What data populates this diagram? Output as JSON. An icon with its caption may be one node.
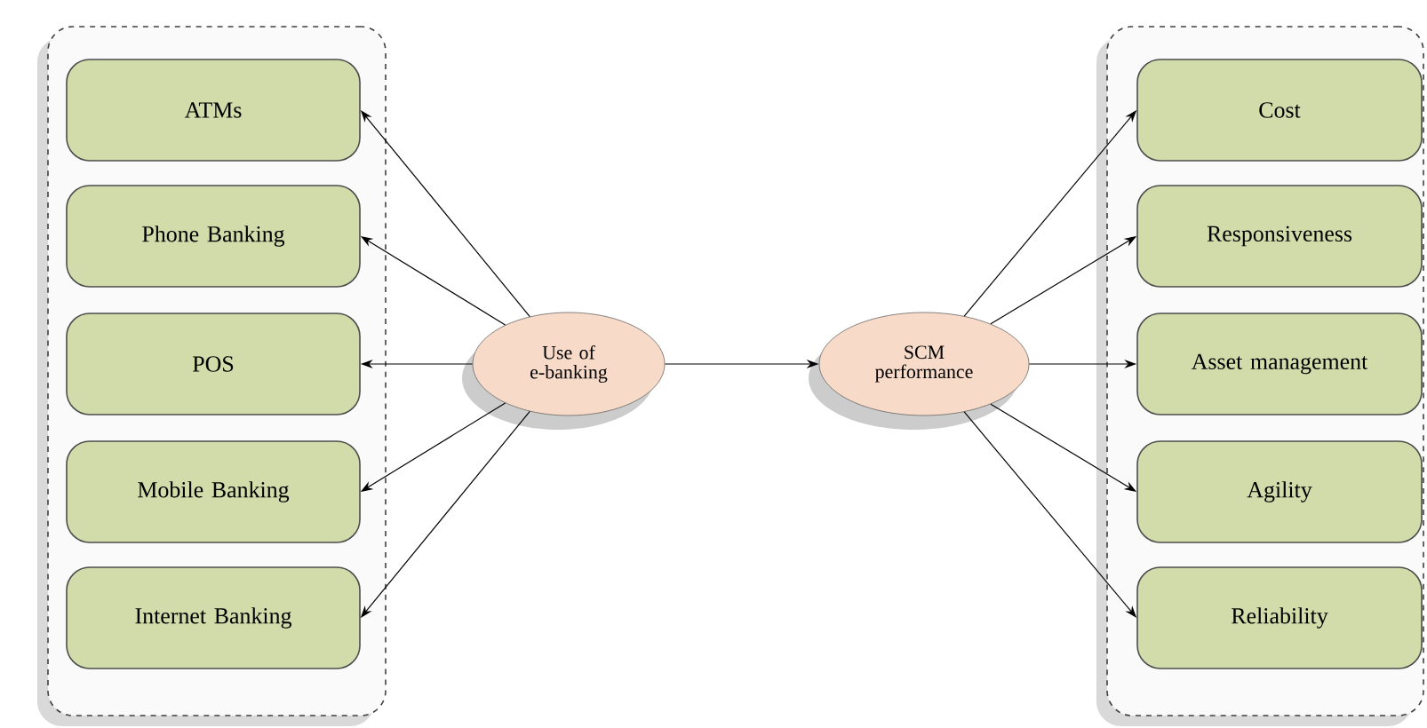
{
  "diagram": {
    "nodes": [
      {
        "text": [],
        "shape": "box"
      },
      {
        "text": [
          "ATMs"
        ],
        "in": 0
      },
      {
        "text": [
          "Phone Banking"
        ],
        "in": 0
      },
      {
        "text": [
          "POS"
        ],
        "in": 0
      },
      {
        "text": [
          "Mobile Banking"
        ],
        "in": 0
      },
      {
        "text": [
          "Internet Banking"
        ],
        "in": 0
      },
      {
        "text": [
          "Use of e-banking"
        ]
      },
      {
        "text": [
          "SCM performance"
        ]
      },
      {
        "text": [],
        "shape": "box"
      },
      {
        "text": [
          "Cost"
        ],
        "in": 8
      },
      {
        "text": [
          "Responsiveness"
        ],
        "in": 8
      },
      {
        "text": [
          "Asset management"
        ],
        "in": 8
      },
      {
        "text": [
          "Agility"
        ],
        "in": 8
      },
      {
        "text": [
          "Reliability"
        ],
        "in": 8
      }
    ],
    "edges": [
      {
        "from": 6,
        "to": 1,
        "arrow": "to"
      },
      {
        "from": 6,
        "to": 2,
        "arrow": "to"
      },
      {
        "from": 6,
        "to": 3,
        "arrow": "to"
      },
      {
        "from": 6,
        "to": 4,
        "arrow": "to"
      },
      {
        "from": 6,
        "to": 5,
        "arrow": "to"
      },
      {
        "from": 6,
        "to": 7,
        "arrow": "to"
      },
      {
        "from": 7,
        "to": 9,
        "arrow": "to"
      },
      {
        "from": 7,
        "to": 10,
        "arrow": "to"
      },
      {
        "from": 7,
        "to": 11,
        "arrow": "to"
      },
      {
        "from": 7,
        "to": 12,
        "arrow": "to"
      },
      {
        "from": 7,
        "to": 13,
        "arrow": "to"
      }
    ]
  }
}
